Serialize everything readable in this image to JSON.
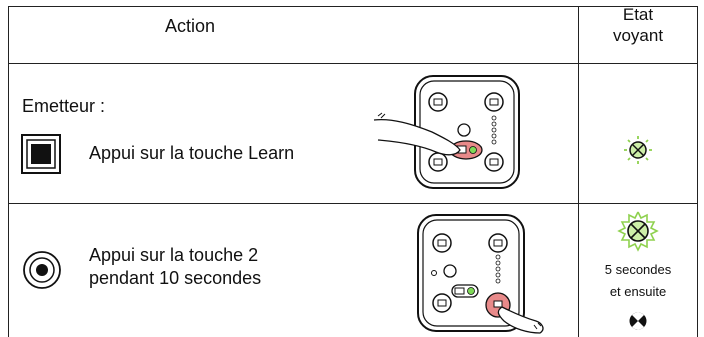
{
  "header": {
    "action": "Action",
    "etat_line1": "Etat",
    "etat_line2": "voyant"
  },
  "rows": [
    {
      "emetteur_label": "Emetteur :",
      "action_text": "Appui sur la touche Learn",
      "icon": "learn-square-button-icon",
      "led": "blinking-green-led-icon"
    },
    {
      "action_line1": "Appui sur la touche 2",
      "action_line2": "pendant 10 secondes",
      "icon": "round-button-icon",
      "led_first": "blinking-green-led-icon",
      "duration_text": "5 secondes",
      "then_text": "et ensuite",
      "led_after": "off-led-icon"
    }
  ],
  "colors": {
    "green_led": "#8fd14f",
    "finger_pink": "#e88a8a",
    "led_green_fill": "#7ed957"
  }
}
